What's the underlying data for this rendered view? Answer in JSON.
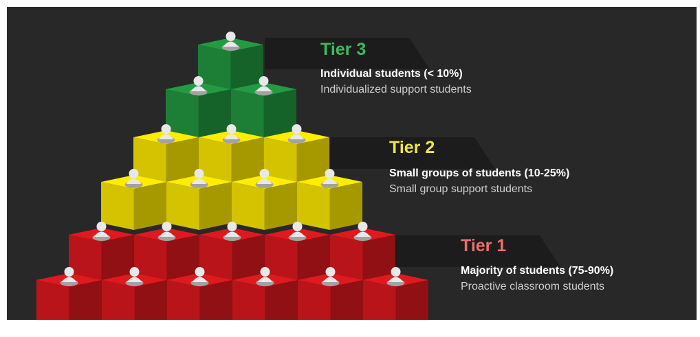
{
  "tiers": [
    {
      "title": "Tier 3",
      "line1": "Individual students (< 10%)",
      "line2": "Individualized support students",
      "color": "#1f8a3b",
      "title_color": "#3dbb5c"
    },
    {
      "title": "Tier 2",
      "line1": "Small groups of students (10-25%)",
      "line2": "Small group support students",
      "color": "#e6d400",
      "title_color": "#f2e34a"
    },
    {
      "title": "Tier 1",
      "line1": "Majority of students (75-90%)",
      "line2": "Proactive classroom students",
      "color": "#c8161b",
      "title_color": "#f06d6d"
    }
  ],
  "colors": {
    "background": "#282828",
    "label_band": "#1c1c1c",
    "pawn": "#e8e8e8"
  }
}
